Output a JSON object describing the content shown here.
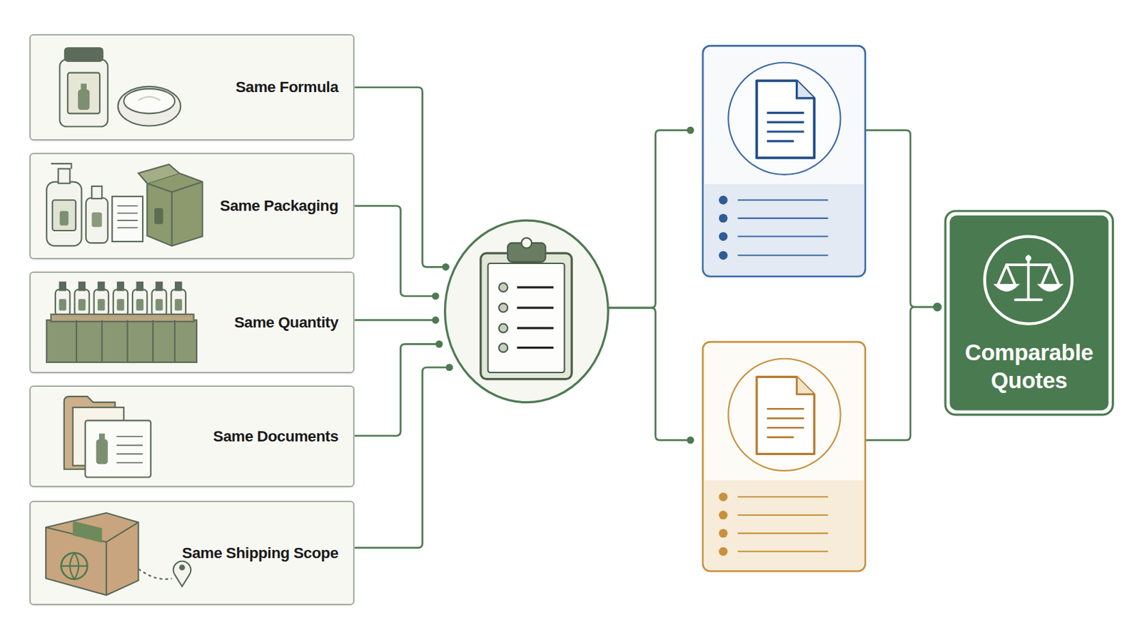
{
  "diagram": {
    "nodes": [
      {
        "text": [
          "Same Formula"
        ]
      },
      {
        "text": [
          "Same Packaging"
        ]
      },
      {
        "text": [
          "Same Quantity"
        ]
      },
      {
        "text": [
          "Same Documents"
        ]
      },
      {
        "text": [
          "Same Shipping Scope"
        ]
      },
      {
        "text": [
          "Comparable Quotes"
        ]
      }
    ]
  }
}
